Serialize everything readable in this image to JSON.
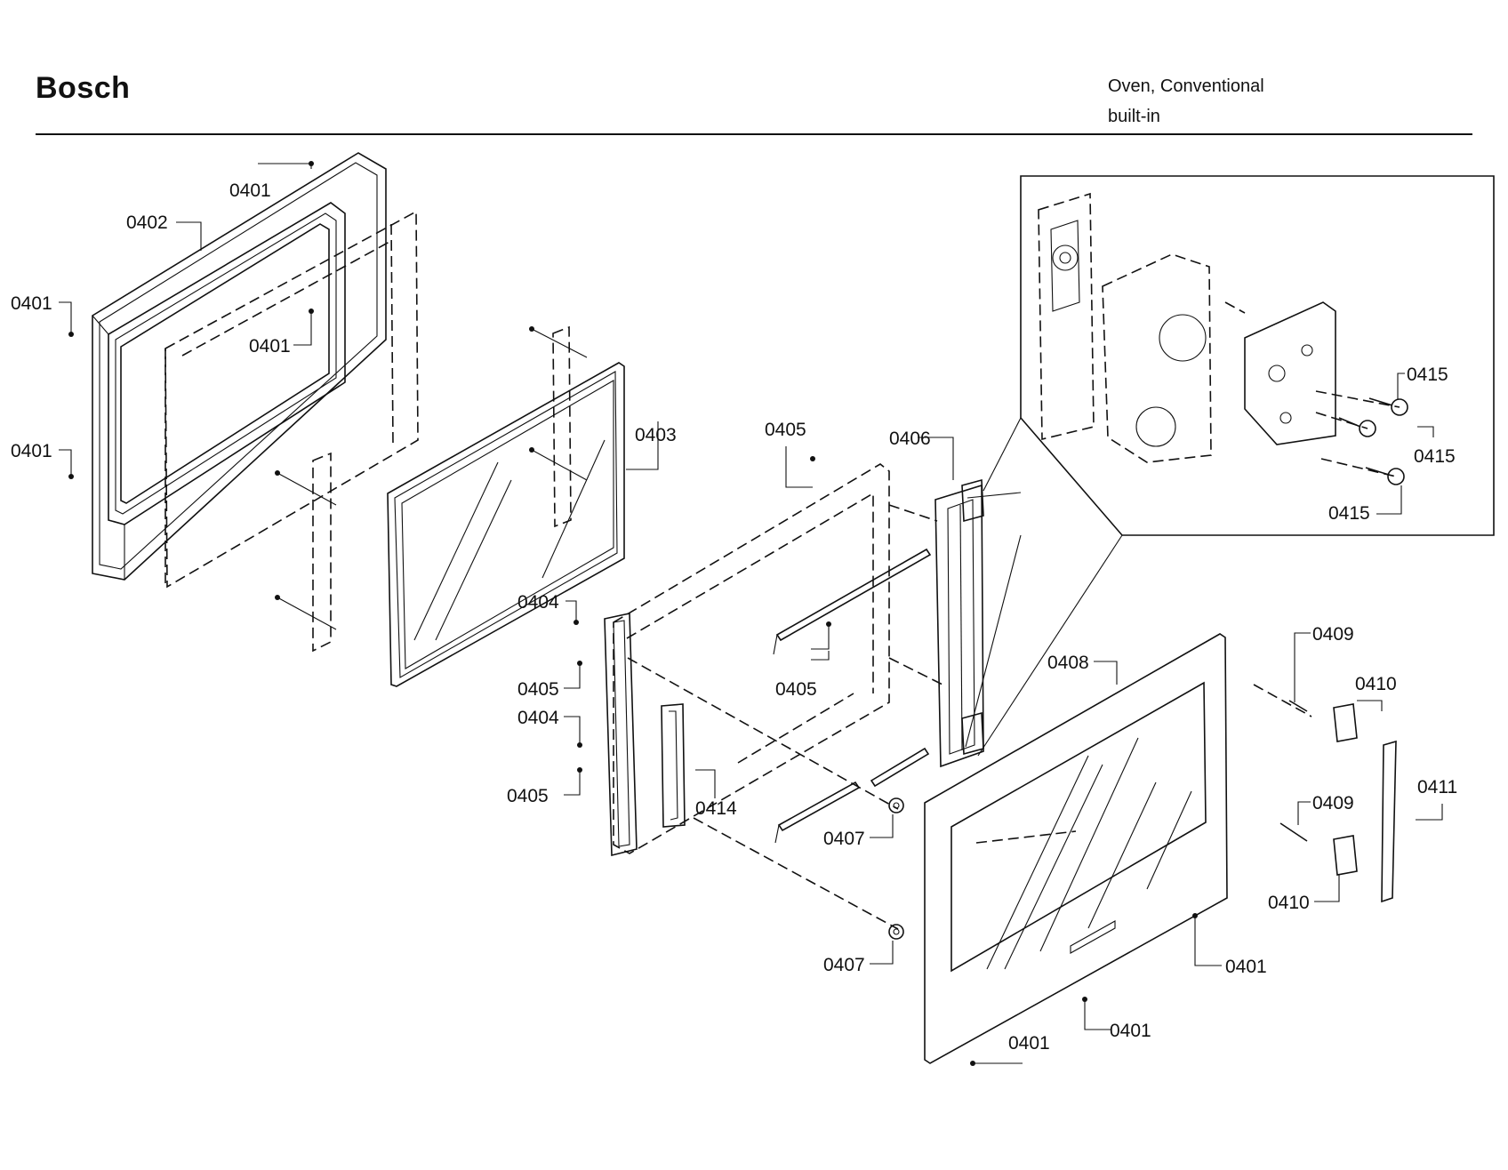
{
  "header": {
    "brand": "Bosch",
    "model_line1": "Oven, Conventional",
    "model_line2": "built-in"
  },
  "callouts": {
    "c0401_a": "0401",
    "c0402": "0402",
    "c0401_b": "0401",
    "c0401_c": "0401",
    "c0401_d": "0401",
    "c0403": "0403",
    "c0405_a": "0405",
    "c0406": "0406",
    "c0404_a": "0404",
    "c0405_b": "0405",
    "c0405_c": "0405",
    "c0404_b": "0404",
    "c0405_d": "0405",
    "c0414": "0414",
    "c0407_a": "0407",
    "c0407_b": "0407",
    "c0408": "0408",
    "c0409_a": "0409",
    "c0410_a": "0410",
    "c0411": "0411",
    "c0409_b": "0409",
    "c0410_b": "0410",
    "c0401_e": "0401",
    "c0401_f": "0401",
    "c0401_g": "0401",
    "c0415_a": "0415",
    "c0415_b": "0415",
    "c0415_c": "0415"
  }
}
